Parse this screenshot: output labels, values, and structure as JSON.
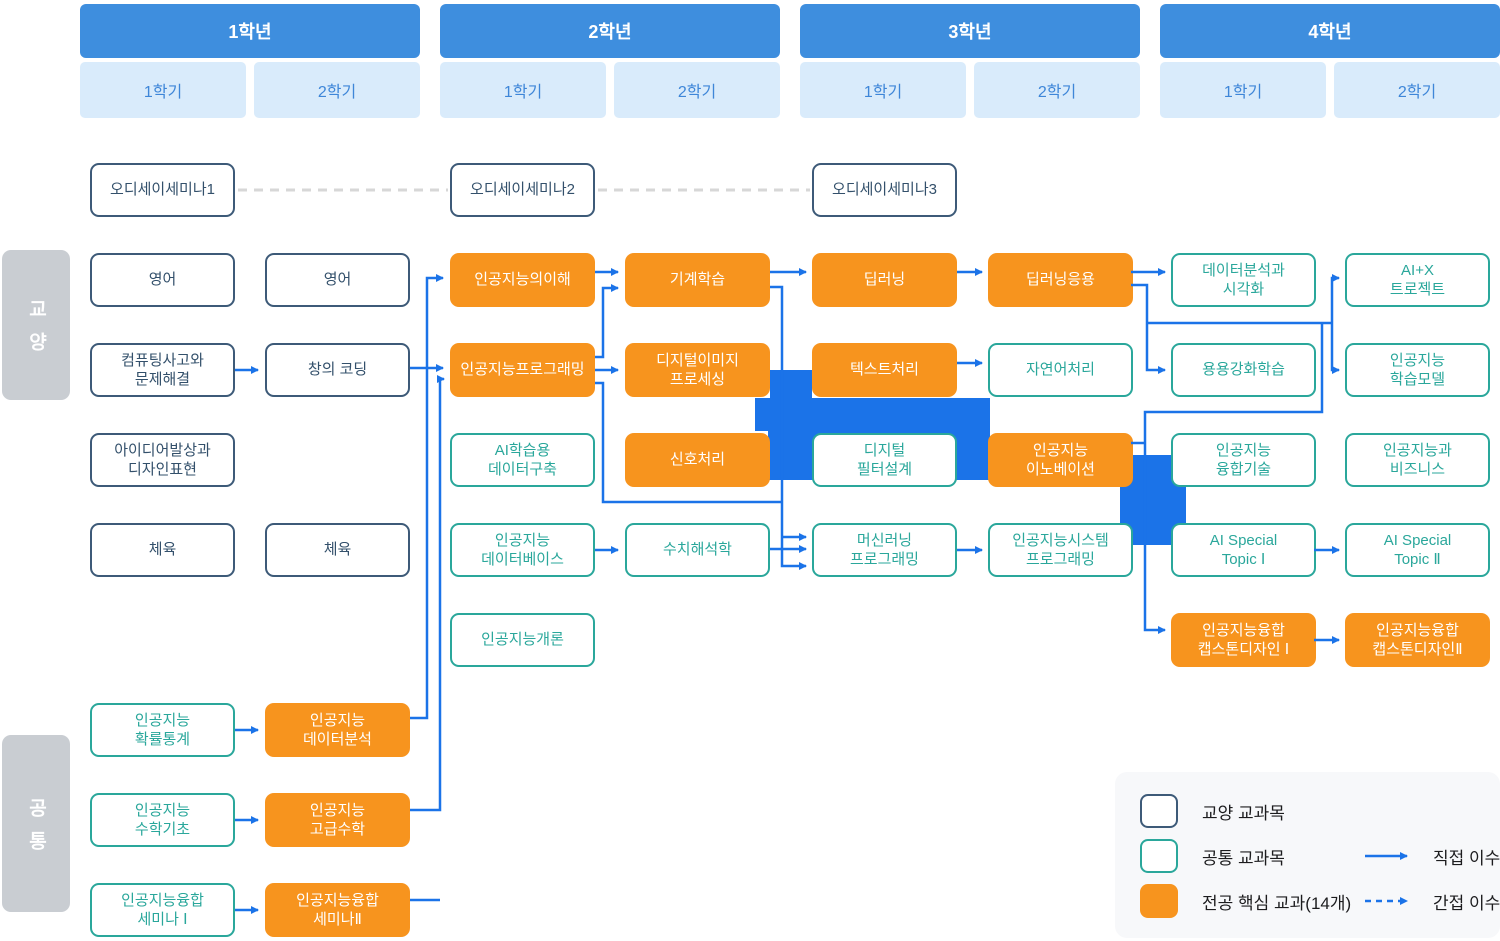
{
  "years": [
    {
      "label": "1학년",
      "semesters": [
        "1학기",
        "2학기"
      ]
    },
    {
      "label": "2학년",
      "semesters": [
        "1학기",
        "2학기"
      ]
    },
    {
      "label": "3학년",
      "semesters": [
        "1학기",
        "2학기"
      ]
    },
    {
      "label": "4학년",
      "semesters": [
        "1학기",
        "2학기"
      ]
    }
  ],
  "side_labels": {
    "ge": "교양",
    "common": "공통"
  },
  "courses": [
    {
      "label": "오디세이세미나1",
      "type": "ge",
      "col": 1,
      "row": 0
    },
    {
      "label": "영어",
      "type": "ge",
      "col": 1,
      "row": 1
    },
    {
      "label": "컴퓨팅사고와\n문제해결",
      "type": "ge",
      "col": 1,
      "row": 2
    },
    {
      "label": "아이디어발상과\n디자인표현",
      "type": "ge",
      "col": 1,
      "row": 3
    },
    {
      "label": "체육",
      "type": "ge",
      "col": 1,
      "row": 4
    },
    {
      "label": "인공지능\n확률통계",
      "type": "common",
      "col": 1,
      "row": 6
    },
    {
      "label": "인공지능\n수학기초",
      "type": "common",
      "col": 1,
      "row": 7
    },
    {
      "label": "인공지능융합\n세미나 Ⅰ",
      "type": "common",
      "col": 1,
      "row": 8
    },
    {
      "label": "영어",
      "type": "ge",
      "col": 2,
      "row": 1
    },
    {
      "label": "창의 코딩",
      "type": "ge",
      "col": 2,
      "row": 2
    },
    {
      "label": "체육",
      "type": "ge",
      "col": 2,
      "row": 4
    },
    {
      "label": "인공지능\n데이터분석",
      "type": "core",
      "col": 2,
      "row": 6
    },
    {
      "label": "인공지능\n고급수학",
      "type": "core",
      "col": 2,
      "row": 7
    },
    {
      "label": "인공지능융합\n세미나Ⅱ",
      "type": "core",
      "col": 2,
      "row": 8
    },
    {
      "label": "오디세이세미나2",
      "type": "ge",
      "col": 3,
      "row": 0
    },
    {
      "label": "인공지능의이해",
      "type": "core",
      "col": 3,
      "row": 1
    },
    {
      "label": "인공지능프로그래밍",
      "type": "core",
      "col": 3,
      "row": 2
    },
    {
      "label": "AI학습용\n데이터구축",
      "type": "common",
      "col": 3,
      "row": 3
    },
    {
      "label": "인공지능\n데이터베이스",
      "type": "common",
      "col": 3,
      "row": 4
    },
    {
      "label": "인공지능개론",
      "type": "common",
      "col": 3,
      "row": 5
    },
    {
      "label": "기계학습",
      "type": "core",
      "col": 4,
      "row": 1
    },
    {
      "label": "디지털이미지\n프로세싱",
      "type": "core",
      "col": 4,
      "row": 2
    },
    {
      "label": "신호처리",
      "type": "core",
      "col": 4,
      "row": 3
    },
    {
      "label": "수치해석학",
      "type": "common",
      "col": 4,
      "row": 4
    },
    {
      "label": "오디세이세미나3",
      "type": "ge",
      "col": 5,
      "row": 0
    },
    {
      "label": "딥러닝",
      "type": "core",
      "col": 5,
      "row": 1
    },
    {
      "label": "텍스트처리",
      "type": "core",
      "col": 5,
      "row": 2
    },
    {
      "label": "디지털\n필터설계",
      "type": "common",
      "col": 5,
      "row": 3
    },
    {
      "label": "머신러닝\n프로그래밍",
      "type": "common",
      "col": 5,
      "row": 4
    },
    {
      "label": "딥러닝응용",
      "type": "core",
      "col": 6,
      "row": 1
    },
    {
      "label": "자연어처리",
      "type": "common",
      "col": 6,
      "row": 2
    },
    {
      "label": "인공지능\n이노베이션",
      "type": "core",
      "col": 6,
      "row": 3
    },
    {
      "label": "인공지능시스템\n프로그래밍",
      "type": "common",
      "col": 6,
      "row": 4
    },
    {
      "label": "데이터분석과\n시각화",
      "type": "common",
      "col": 7,
      "row": 1
    },
    {
      "label": "용용강화학습",
      "type": "common",
      "col": 7,
      "row": 2
    },
    {
      "label": "인공지능\n융합기술",
      "type": "common",
      "col": 7,
      "row": 3
    },
    {
      "label": "AI Special\nTopic Ⅰ",
      "type": "common",
      "col": 7,
      "row": 4
    },
    {
      "label": "인공지능융합\n캡스톤디자인 Ⅰ",
      "type": "core",
      "col": 7,
      "row": 5
    },
    {
      "label": "AI+X\n트로젝트",
      "type": "common",
      "col": 8,
      "row": 1
    },
    {
      "label": "인공지능\n학습모델",
      "type": "common",
      "col": 8,
      "row": 2
    },
    {
      "label": "인공지능과\n비즈니스",
      "type": "common",
      "col": 8,
      "row": 3
    },
    {
      "label": "AI Special\nTopic Ⅱ",
      "type": "common",
      "col": 8,
      "row": 4
    },
    {
      "label": "인공지능융합\n캡스톤디자인Ⅱ",
      "type": "core",
      "col": 8,
      "row": 5
    }
  ],
  "legend": {
    "items": [
      {
        "type": "ge",
        "label": "교양 교과목"
      },
      {
        "type": "common",
        "label": "공통 교과목"
      },
      {
        "type": "core",
        "label": "전공 핵심 교과(14개)"
      }
    ],
    "arrows": [
      {
        "style": "solid",
        "label": "직접 이수"
      },
      {
        "style": "dashed",
        "label": "간접 이수"
      }
    ]
  },
  "colors": {
    "year_header": "#3e8ede",
    "semester_bg": "#d9ebfb",
    "semester_text": "#3e86d8",
    "ge_border": "#3d5a78",
    "common_border": "#2aa79b",
    "core_bg": "#f7941e",
    "arrow": "#1b73e8",
    "dashed_connector": "#d7d7d7",
    "side_label_bg": "#c9cdd2"
  }
}
